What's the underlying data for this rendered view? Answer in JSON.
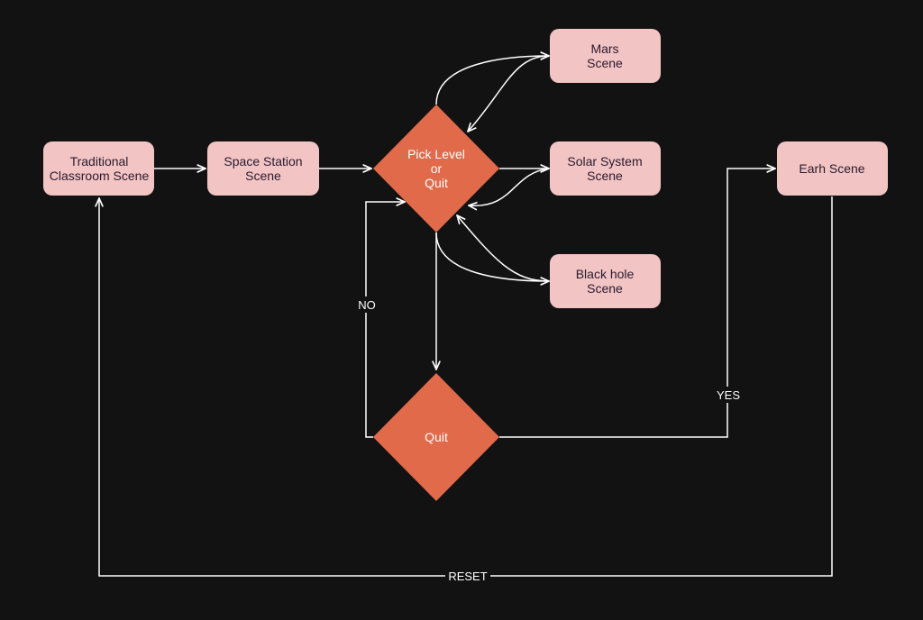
{
  "colors": {
    "background": "#121212",
    "scene_box": "#f2c4c4",
    "decision": "#e06a4a",
    "edge": "#ffffff",
    "scene_text": "#2a1a2e",
    "decision_text": "#ffffff"
  },
  "nodes": {
    "classroom": {
      "lines": [
        "Traditional",
        "Classroom Scene"
      ]
    },
    "space_station": {
      "lines": [
        "Space Station",
        "Scene"
      ]
    },
    "pick_level": {
      "lines": [
        "Pick Level",
        "or",
        "Quit"
      ]
    },
    "mars": {
      "lines": [
        "Mars",
        "Scene"
      ]
    },
    "solar_system": {
      "lines": [
        "Solar System",
        "Scene"
      ]
    },
    "black_hole": {
      "lines": [
        "Black hole",
        "Scene"
      ]
    },
    "quit": {
      "lines": [
        "Quit"
      ]
    },
    "earth": {
      "lines": [
        "Earh Scene"
      ]
    }
  },
  "edge_labels": {
    "no": "NO",
    "yes": "YES",
    "reset": "RESET"
  }
}
